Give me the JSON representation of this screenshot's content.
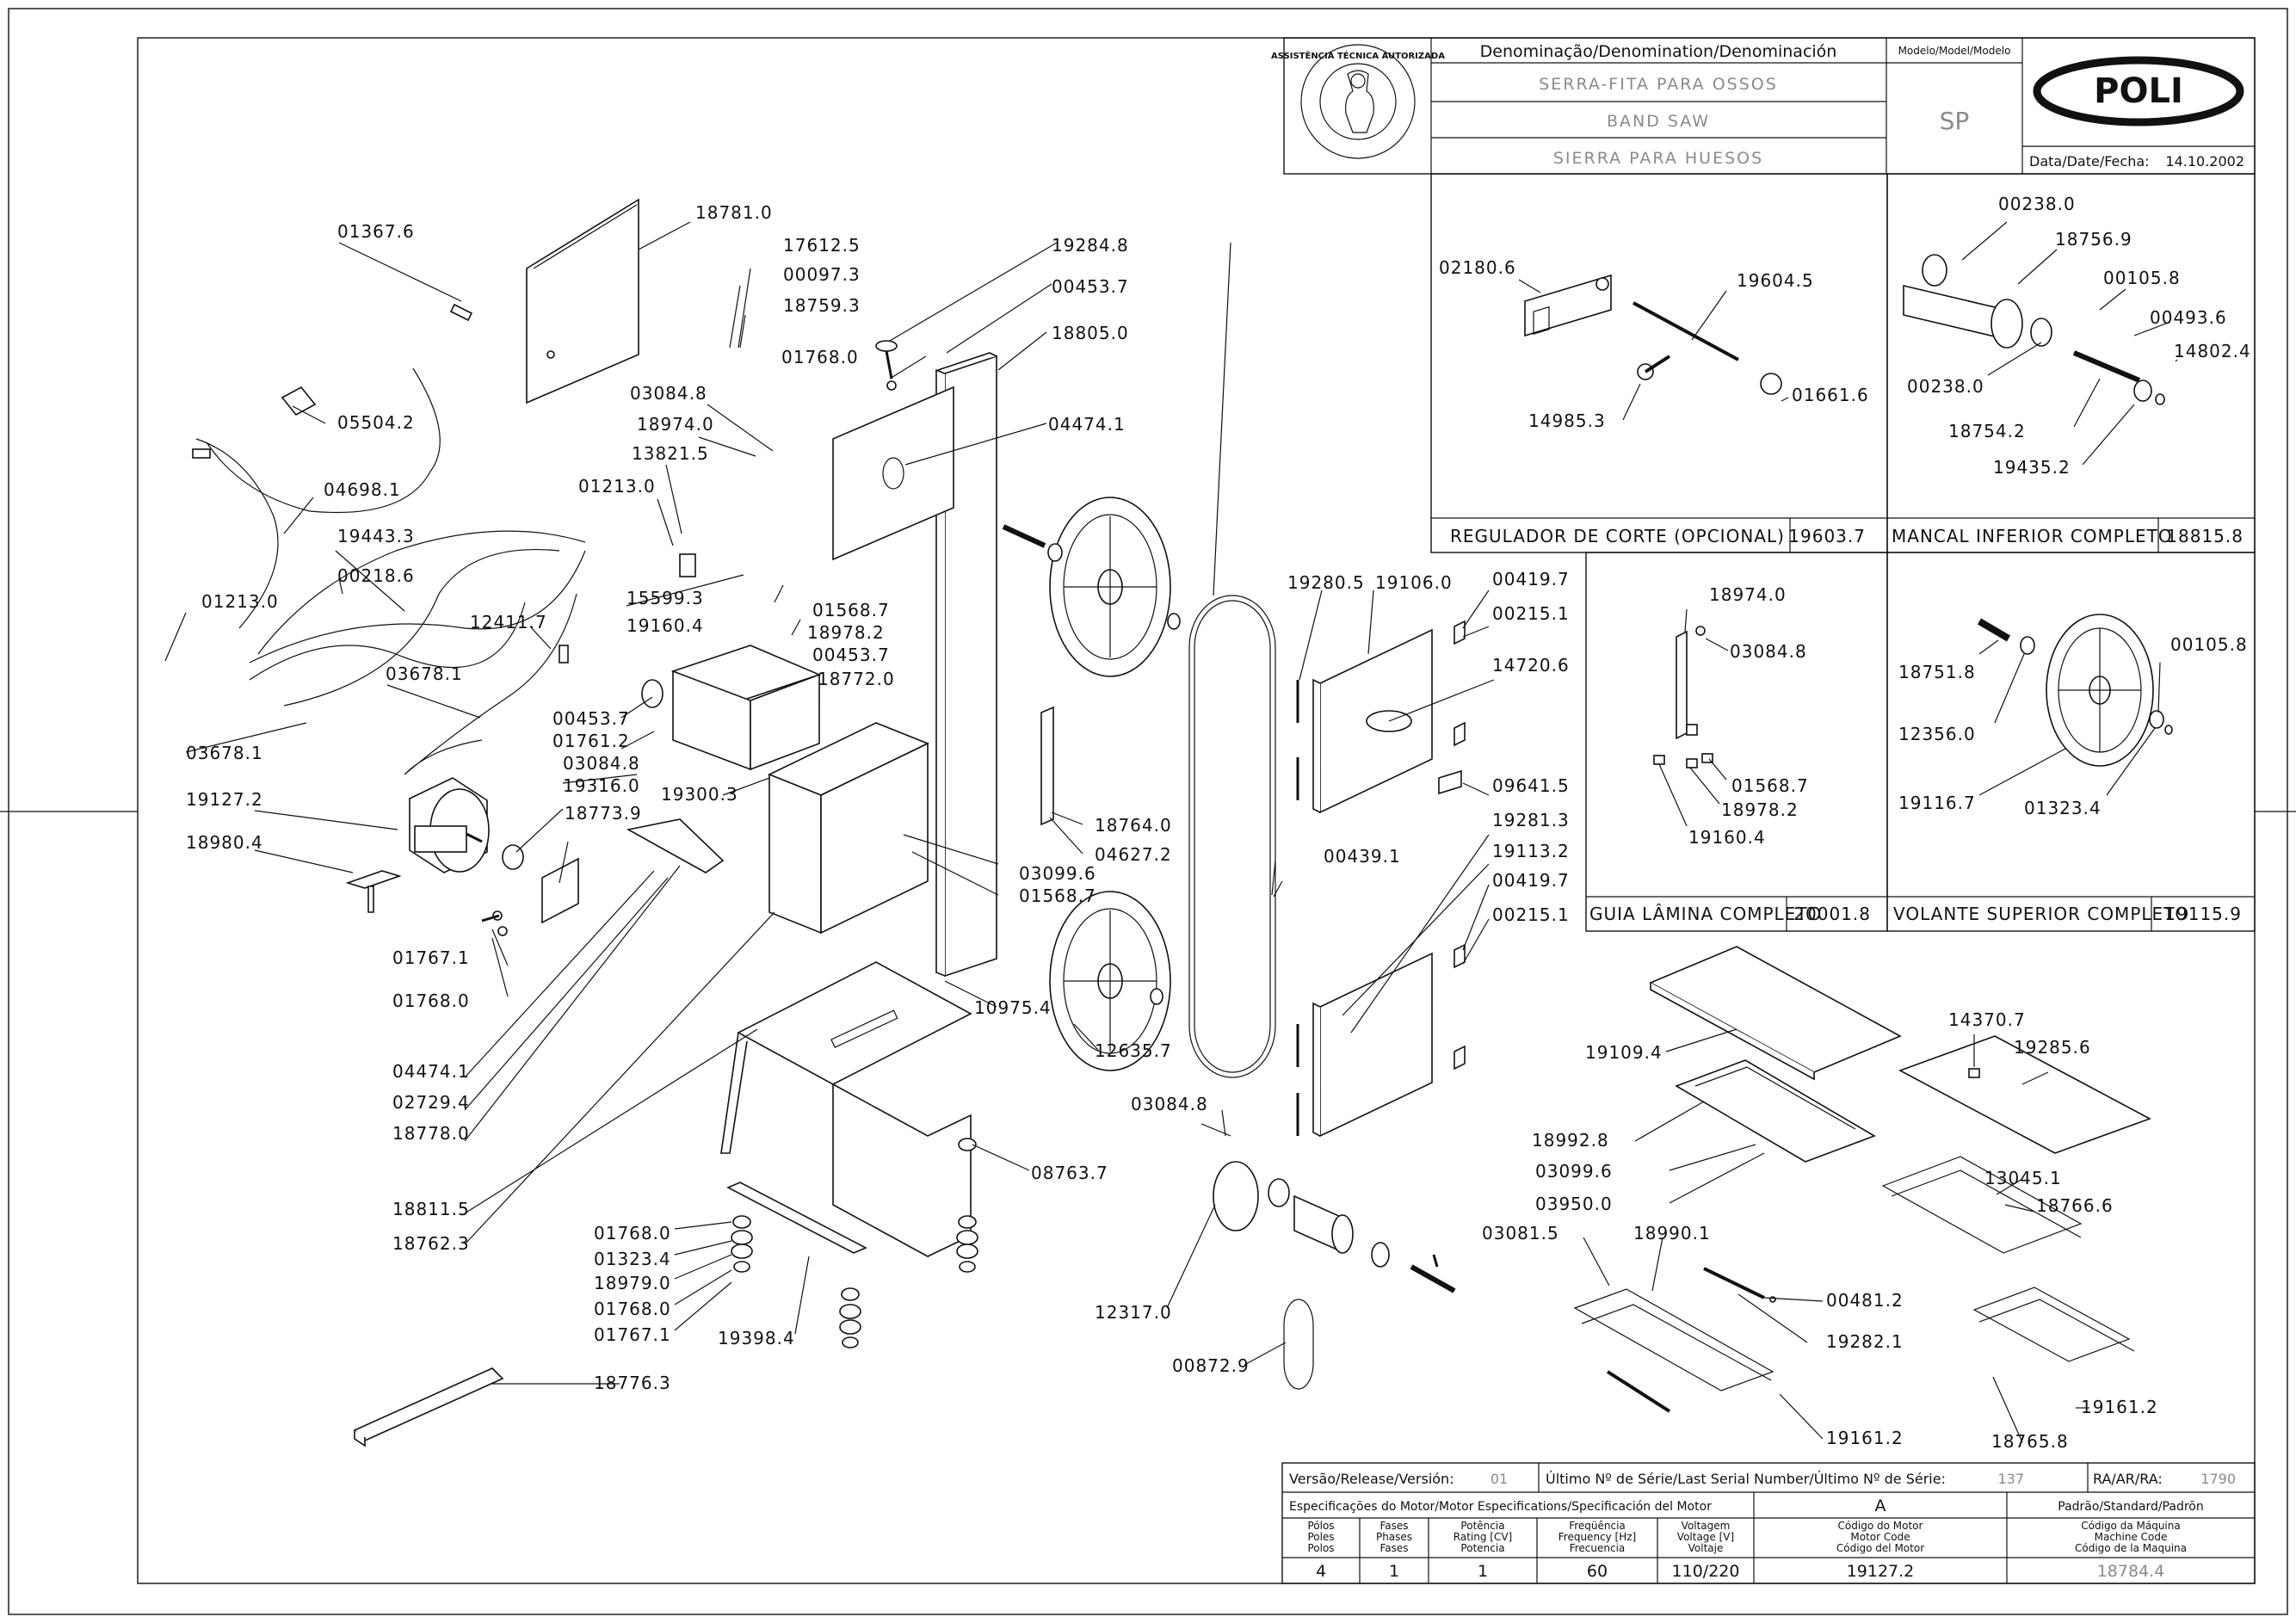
{
  "title_block": {
    "denomination_header": "Denominação/Denomination/Denominación",
    "name_pt": "SERRA-FITA PARA OSSOS",
    "name_en": "BAND SAW",
    "name_es": "SIERRA PARA HUESOS",
    "model_header": "Modelo/Model/Modelo",
    "model": "SP",
    "brand": "POLI",
    "date_label": "Data/Date/Fecha:",
    "date": "14.10.2002",
    "seal_text": "ASSISTÊNCIA TÉCNICA AUTORIZADA"
  },
  "parts": {
    "p01367_6": "01367.6",
    "p18781_0": "18781.0",
    "p05504_2": "05504.2",
    "p04698_1": "04698.1",
    "p19443_3": "19443.3",
    "p00218_6": "00218.6",
    "p01213_0a": "01213.0",
    "p12411_7": "12411.7",
    "p03678_1a": "03678.1",
    "p03678_1b": "03678.1",
    "p19127_2": "19127.2",
    "p18980_4": "18980.4",
    "p17612_5": "17612.5",
    "p00097_3": "00097.3",
    "p18759_3": "18759.3",
    "p03084_8a": "03084.8",
    "p18974_0": "18974.0",
    "p13821_5": "13821.5",
    "p01213_0b": "01213.0",
    "p15599_3": "15599.3",
    "p19160_4": "19160.4",
    "p01568_7a": "01568.7",
    "p18978_2": "18978.2",
    "p00453_7a": "00453.7",
    "p18772_0": "18772.0",
    "p00453_7b": "00453.7",
    "p01761_2": "01761.2",
    "p03084_8b": "03084.8",
    "p19316_0": "19316.0",
    "p18773_9": "18773.9",
    "p19300_3": "19300.3",
    "p01767_1a": "01767.1",
    "p01768_0a": "01768.0",
    "p04474_1a": "04474.1",
    "p02729_4": "02729.4",
    "p18778_0": "18778.0",
    "p18811_5": "18811.5",
    "p18762_3": "18762.3",
    "p01768_0b": "01768.0",
    "p01323_4a": "01323.4",
    "p18979_0": "18979.0",
    "p01768_0c": "01768.0",
    "p01767_1b": "01767.1",
    "p19398_4": "19398.4",
    "p18776_3": "18776.3",
    "p08763_7": "08763.7",
    "p19284_8": "19284.8",
    "p00453_7c": "00453.7",
    "p01768_0d": "01768.0",
    "p18805_0": "18805.0",
    "p04474_1b": "04474.1",
    "p03099_6a": "03099.6",
    "p01568_7b": "01568.7",
    "p18764_0": "18764.0",
    "p04627_2": "04627.2",
    "p10975_4": "10975.4",
    "p12635_7": "12635.7",
    "p03084_8c": "03084.8",
    "p12317_0": "12317.0",
    "p00872_9": "00872.9",
    "p19280_5": "19280.5",
    "p19106_0": "19106.0",
    "p00419_7a": "00419.7",
    "p00215_1a": "00215.1",
    "p14720_6": "14720.6",
    "p09641_5": "09641.5",
    "p00439_1": "00439.1",
    "p19281_3": "19281.3",
    "p19113_2": "19113.2",
    "p00419_7b": "00419.7",
    "p00215_1b": "00215.1"
  },
  "panels": {
    "regulador": {
      "p02180_6": "02180.6",
      "p19604_5": "19604.5",
      "p14985_3": "14985.3",
      "p01661_6": "01661.6",
      "title": "REGULADOR DE CORTE (OPCIONAL)",
      "code": "19603.7"
    },
    "mancal": {
      "p00238_0a": "00238.0",
      "p18756_9": "18756.9",
      "p00105_8": "00105.8",
      "p00493_6": "00493.6",
      "p14802_4": "14802.4",
      "p00238_0b": "00238.0",
      "p18754_2": "18754.2",
      "p19435_2": "19435.2",
      "title": "MANCAL INFERIOR COMPLETO",
      "code": "18815.8"
    },
    "guia": {
      "p18974_0": "18974.0",
      "p03084_8": "03084.8",
      "p01568_7": "01568.7",
      "p18978_2": "18978.2",
      "p19160_4": "19160.4",
      "title": "GUIA LÂMINA COMPLETO",
      "code": "20001.8"
    },
    "volante": {
      "p18751_8": "18751.8",
      "p00105_8": "00105.8",
      "p12356_0": "12356.0",
      "p19116_7": "19116.7",
      "p01323_4": "01323.4",
      "title": "VOLANTE SUPERIOR COMPLETO",
      "code": "19115.9"
    },
    "table": {
      "p19109_4": "19109.4",
      "p14370_7": "14370.7",
      "p19285_6": "19285.6",
      "p18992_8": "18992.8",
      "p03099_6": "03099.6",
      "p03950_0": "03950.0",
      "p13045_1": "13045.1",
      "p18766_6": "18766.6",
      "p03081_5": "03081.5",
      "p18990_1": "18990.1",
      "p00481_2": "00481.2",
      "p19282_1": "19282.1",
      "p19161_2a": "19161.2",
      "p19161_2b": "19161.2",
      "p18765_8": "18765.8"
    }
  },
  "footer": {
    "version_label": "Versão/Release/Versión:",
    "version": "01",
    "serial_label": "Último Nº de Série/Last Serial Number/Último Nº de Série:",
    "serial": "137",
    "ra_label": "RA/AR/RA:",
    "ra": "1790",
    "motor_spec_label": "Especificações do Motor/Motor Especifications/Specificación del Motor",
    "motor_letter": "A",
    "standard_label": "Padrão/Standard/Padrõn",
    "poles_hdr": [
      "Pólos",
      "Poles",
      "Polos"
    ],
    "phases_hdr": [
      "Fases",
      "Phases",
      "Fases"
    ],
    "power_hdr": [
      "Potência",
      "Rating [CV]",
      "Potencia"
    ],
    "freq_hdr": [
      "Freqüência",
      "Frequency [Hz]",
      "Frecuencia"
    ],
    "volt_hdr": [
      "Voltagem",
      "Voltage [V]",
      "Voltaje"
    ],
    "motor_code_hdr": [
      "Código do Motor",
      "Motor Code",
      "Código del Motor"
    ],
    "machine_code_hdr": [
      "Código da Máquina",
      "Machine Code",
      "Código de la Maquina"
    ],
    "poles": "4",
    "phases": "1",
    "power": "1",
    "frequency": "60",
    "voltage": "110/220",
    "motor_code": "19127.2",
    "machine_code": "18784.4"
  }
}
